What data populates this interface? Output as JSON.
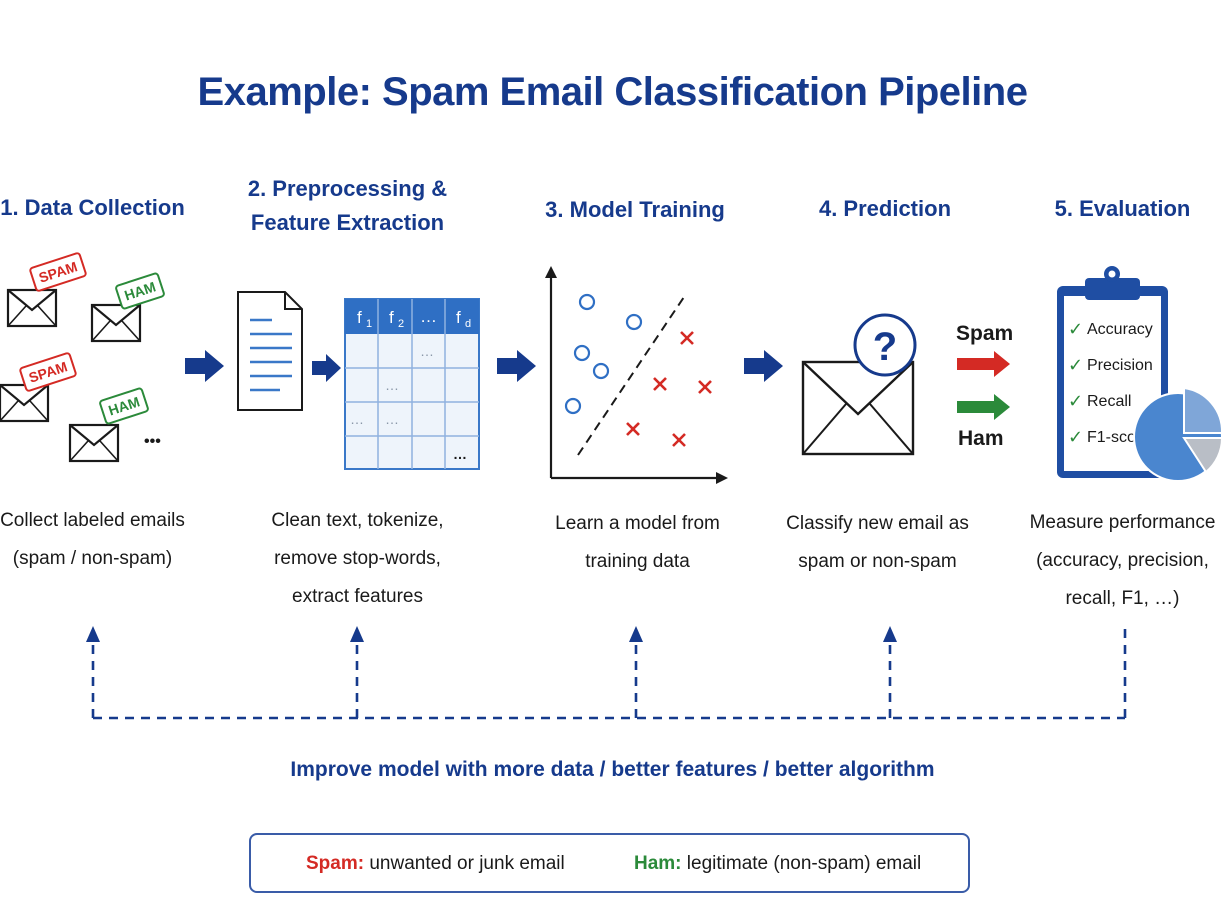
{
  "title": "Example: Spam Email Classification Pipeline",
  "steps": [
    {
      "title_line1": "1. Data Collection",
      "title_line2": "",
      "desc_lines": [
        "Collect labeled emails",
        "(spam / non-spam)"
      ]
    },
    {
      "title_line1": "2. Preprocessing &",
      "title_line2": "Feature Extraction",
      "desc_lines": [
        "Clean text, tokenize,",
        "remove stop-words,",
        "extract features"
      ]
    },
    {
      "title_line1": "3. Model Training",
      "title_line2": "",
      "desc_lines": [
        "Learn a model from",
        "training data"
      ]
    },
    {
      "title_line1": "4. Prediction",
      "title_line2": "",
      "desc_lines": [
        "Classify new email as",
        "spam or non-spam"
      ]
    },
    {
      "title_line1": "5. Evaluation",
      "title_line2": "",
      "desc_lines": [
        "Measure performance",
        "(accuracy, precision,",
        "recall, F1, …)"
      ]
    }
  ],
  "data_collection": {
    "tag_spam": "SPAM",
    "tag_ham": "HAM",
    "more": "•••"
  },
  "feature_table": {
    "headers": [
      "f",
      "f",
      "…",
      "f"
    ],
    "header_subscripts": [
      "1",
      "2",
      "",
      "d"
    ],
    "ellipsis": "…"
  },
  "prediction": {
    "question_mark": "?",
    "output_spam": "Spam",
    "output_ham": "Ham"
  },
  "evaluation": {
    "checklist": [
      "Accuracy",
      "Precision",
      "Recall",
      "F1-score"
    ],
    "check_mark": "✓"
  },
  "feedback_label": "Improve model with more data / better features / better algorithm",
  "legend": {
    "spam_key": "Spam:",
    "spam_desc": "unwanted or junk email",
    "ham_key": "Ham:",
    "ham_desc": "legitimate (non-spam) email"
  },
  "colors": {
    "navy": "#163a8c",
    "spam_red": "#d42a24",
    "ham_green": "#2b8a3a",
    "chart_blue": "#4a86cf"
  }
}
